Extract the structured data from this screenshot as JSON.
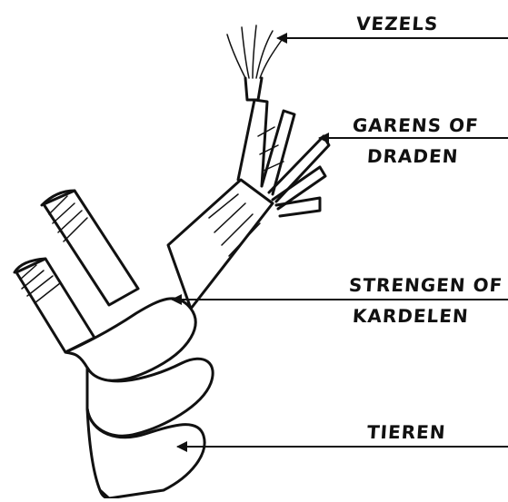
{
  "labels": {
    "fibers": "VEZELS",
    "yarns_line1": "GARENS OF",
    "yarns_line2": "DRADEN",
    "strands_line1": "STRENGEN OF",
    "strands_line2": "KARDELEN",
    "rope": "TIEREN"
  },
  "colors": {
    "ink": "#111111",
    "background": "#ffffff"
  }
}
